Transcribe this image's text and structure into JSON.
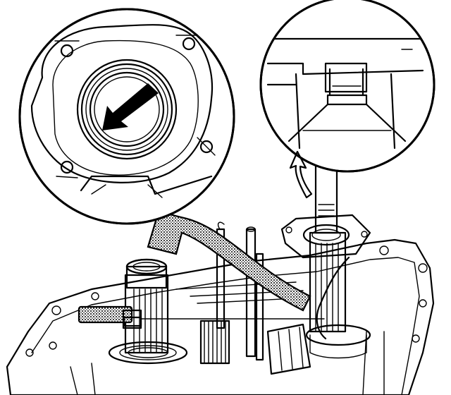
{
  "figure": {
    "style": "black-and-white line drawing",
    "colors": {
      "ink": "#000000",
      "paper": "#ffffff"
    }
  },
  "detail_callouts": [
    {
      "id": "bearing-cup-detail",
      "icon": "arrow-pointer-icon"
    },
    {
      "id": "shaft-detail"
    }
  ],
  "arrows": [
    {
      "id": "curved-arrow-to-left-detail",
      "style": "stippled"
    },
    {
      "id": "small-curved-arrow-to-right-detail",
      "style": "outline"
    }
  ]
}
